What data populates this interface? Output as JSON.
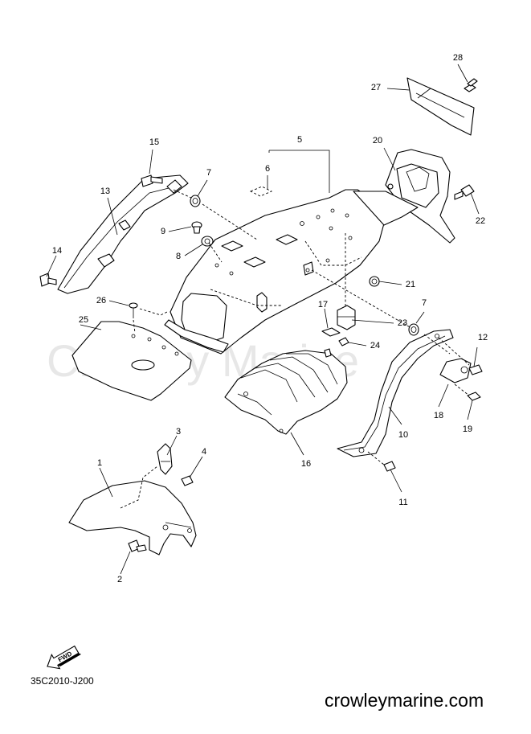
{
  "watermark": "Crowley Marine",
  "diagram_code": "35C2010-J200",
  "website": "crowleymarine.com",
  "fwd_label": "FWD",
  "callouts": [
    "1",
    "2",
    "3",
    "4",
    "5",
    "6",
    "7",
    "7",
    "8",
    "9",
    "10",
    "11",
    "12",
    "13",
    "14",
    "15",
    "16",
    "17",
    "18",
    "19",
    "20",
    "21",
    "22",
    "23",
    "24",
    "25",
    "26",
    "27",
    "28"
  ]
}
